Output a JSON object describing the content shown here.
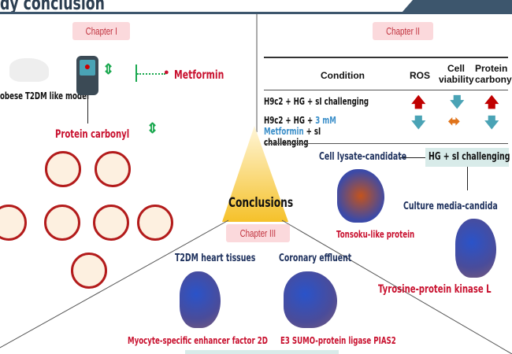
{
  "title": "dy conclusion",
  "chapter1": {
    "label": "Chapter I",
    "model": "obese T2DM like model",
    "metformin": "Metformin",
    "protein_carbonyl": "Protein carbonyl"
  },
  "chapter2": {
    "label": "Chapter II",
    "headers": [
      "Condition",
      "ROS",
      "Cell viability",
      "Protein carbony"
    ],
    "rows": [
      {
        "condition_a": "H9c2 + HG + sI challenging",
        "condition_hl": "",
        "condition_b": "",
        "ros": "up",
        "viability": "down",
        "carbonyl": "up"
      },
      {
        "condition_a": "H9c2 + HG + ",
        "condition_hl": "3 mM Metformin",
        "condition_b": " + sI challenging",
        "ros": "down",
        "viability": "unchanged",
        "carbonyl": "down"
      }
    ],
    "challenge_box": "HG + sI challenging",
    "lysate": "Cell lysate-candidate",
    "media": "Culture media-candida",
    "protein1": "Tonsoku-like protein",
    "protein2": "Tyrosine-protein kinase L"
  },
  "center": "Conclusions",
  "chapter3": {
    "label": "Chapter III",
    "heart": "T2DM heart tissues",
    "effluent": "Coronary effluent",
    "protein1": "Myocyte-specific enhancer factor 2D",
    "protein2": "E3 SUMO-protein ligase PIAS2"
  },
  "colors": {
    "up": "#c00000",
    "down": "#4aa3b5",
    "neutral": "#e0741b",
    "green": "#1aa84f"
  }
}
